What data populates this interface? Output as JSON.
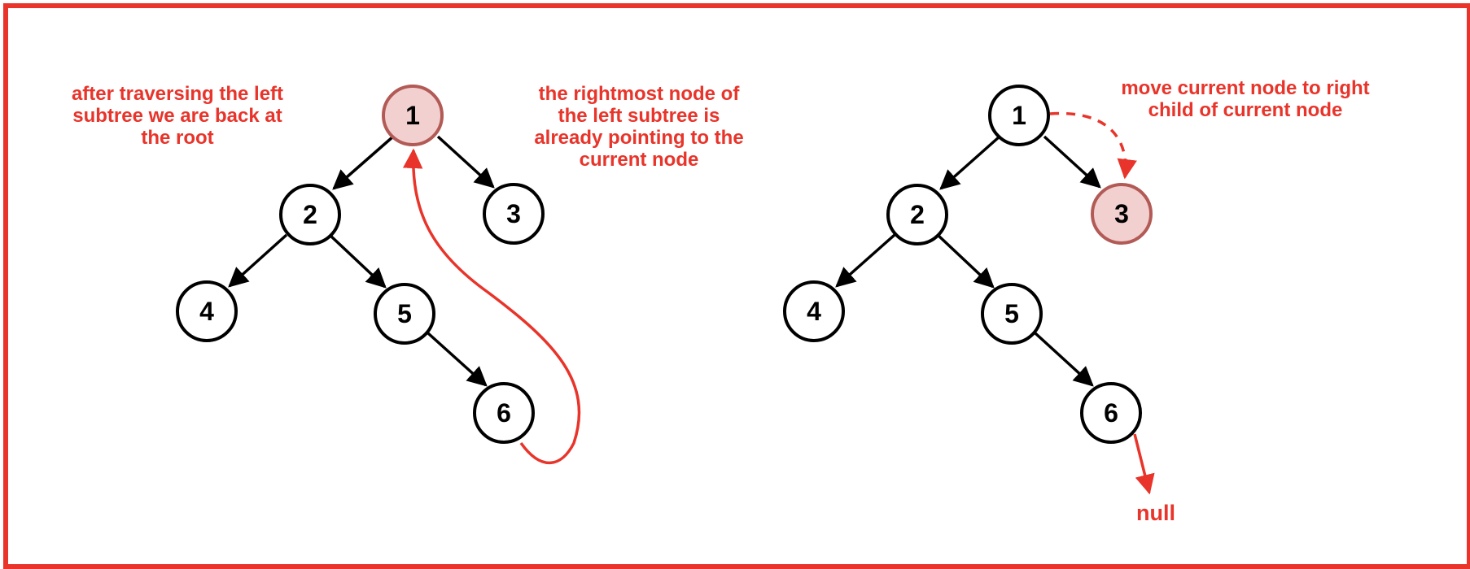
{
  "colors": {
    "accent": "#e8342a",
    "node_stroke": "#000000",
    "highlight_fill": "#f2d0cf",
    "highlight_stroke": "#b25a56",
    "node_fill": "#ffffff"
  },
  "left_diagram": {
    "annotation_left": "after traversing the left\nsubtree we are back at\nthe root",
    "annotation_right": "the rightmost node of\nthe left subtree is\nalready pointing to the\ncurrent node",
    "nodes": [
      {
        "label": "1",
        "highlighted": true
      },
      {
        "label": "2",
        "highlighted": false
      },
      {
        "label": "3",
        "highlighted": false
      },
      {
        "label": "4",
        "highlighted": false
      },
      {
        "label": "5",
        "highlighted": false
      },
      {
        "label": "6",
        "highlighted": false
      }
    ]
  },
  "right_diagram": {
    "annotation": "move current node to right\nchild of current node",
    "null_label": "null",
    "nodes": [
      {
        "label": "1",
        "highlighted": false
      },
      {
        "label": "2",
        "highlighted": false
      },
      {
        "label": "3",
        "highlighted": true
      },
      {
        "label": "4",
        "highlighted": false
      },
      {
        "label": "5",
        "highlighted": false
      },
      {
        "label": "6",
        "highlighted": false
      }
    ]
  }
}
